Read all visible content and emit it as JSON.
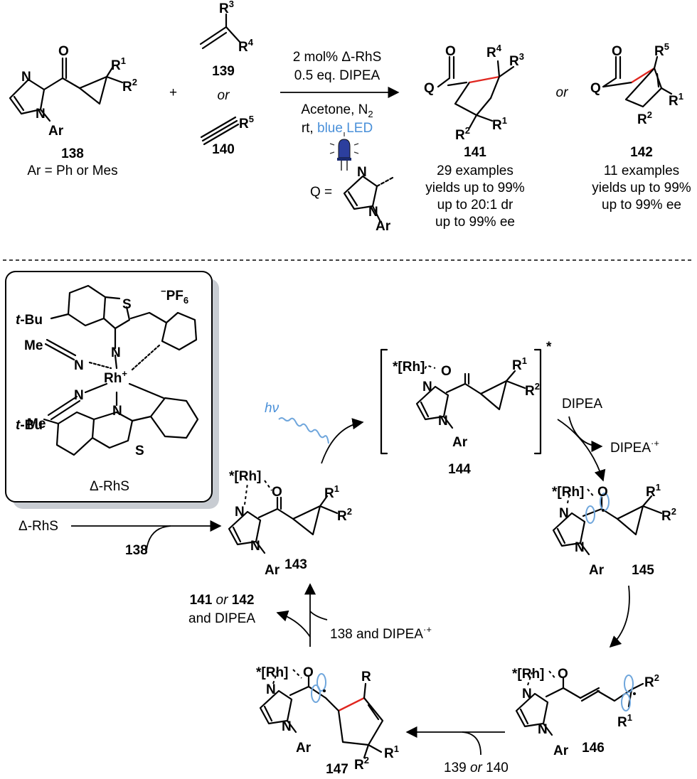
{
  "scheme": {
    "reaction": {
      "conditions": [
        "2 mol% Δ-RhS",
        "0.5 eq. DIPEA",
        "Acetone, N",
        "rt, ",
        "blue LED"
      ],
      "cond_sub2": "2",
      "or": "or",
      "q_eq": "Q  =",
      "labels": {
        "c138": "138",
        "ar": "Ar = Ph or Mes",
        "c139": "139",
        "c140": "140",
        "c141": "141",
        "c142": "142"
      },
      "p141_notes": [
        "29 examples",
        "yields up to 99%",
        "up to 20:1 dr",
        "up to 99% ee"
      ],
      "p142_notes": [
        "11 examples",
        "yields up to 99%",
        "up to 99% ee"
      ]
    },
    "atoms": {
      "N": "N",
      "O": "O",
      "Q": "Q",
      "Ar": "Ar",
      "R": "R",
      "S": "S",
      "Rh": "Rh",
      "Me": "Me",
      "tBu_t": "t",
      "tBu_rest": "-Bu",
      "PF6": "PF",
      "PF6_sub": "6",
      "PF6_sup": "−",
      "Rh_plus": "+",
      "Rh_star": "*[Rh]",
      "star": "*"
    },
    "catalyst": {
      "name": "Δ-RhS"
    },
    "cycle": {
      "hv": "hν",
      "dipea": "DIPEA",
      "dipea_rc": "DIPEA",
      "dipea_sup": "·+",
      "start": "Δ-RhS",
      "add138": "138",
      "c143": "143",
      "c144": "144",
      "c145": "145",
      "c146": "146",
      "c147": "147",
      "release_1a": "141",
      "release_1b": " or ",
      "release_1c": "142",
      "release_2": "and DIPEA",
      "in_138": "138 and DIPEA",
      "in_139": "139 or 140"
    }
  }
}
